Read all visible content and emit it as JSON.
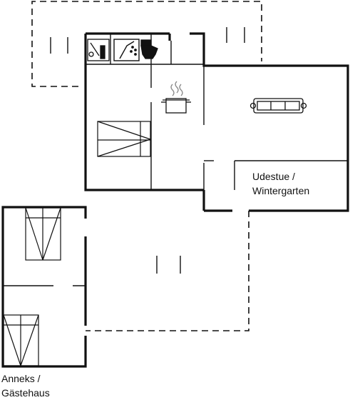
{
  "floorplan": {
    "rooms": {
      "udestue": {
        "line1": "Udestue /",
        "line2": "Wintergarten"
      },
      "anneks": {
        "line1": "Anneks /",
        "line2": "Gästehaus"
      }
    },
    "colors": {
      "wall": "#111111",
      "background": "#ffffff"
    },
    "icons": [
      "utility-icon",
      "shower-icon",
      "toilet-icon",
      "cooking-pot-icon",
      "sofa-icon",
      "double-bed-icon",
      "bed-icon"
    ]
  }
}
